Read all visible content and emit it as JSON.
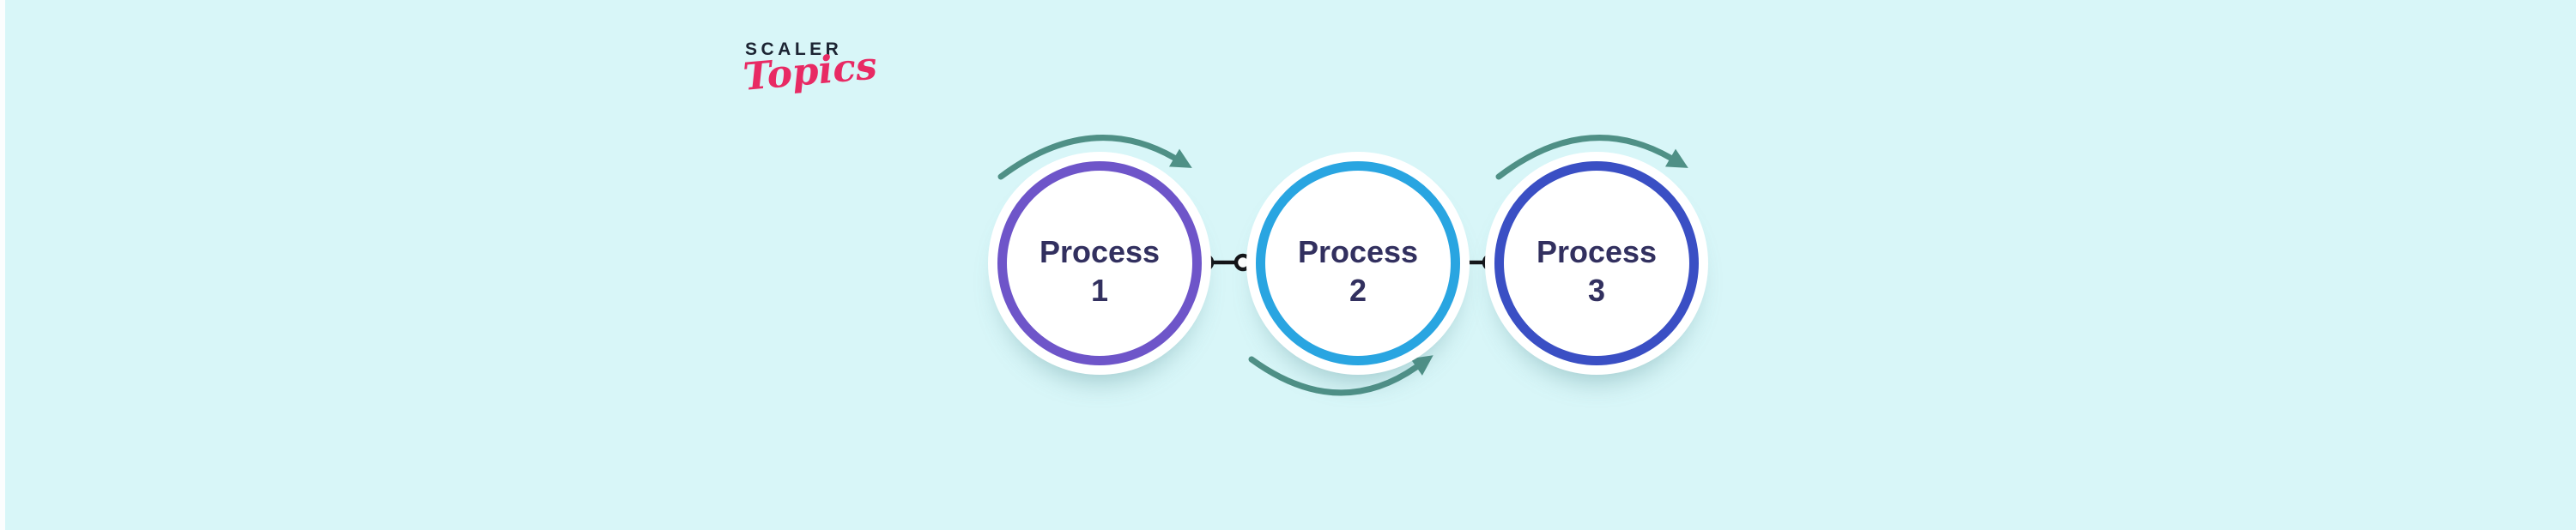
{
  "page": {
    "background": "#d8f6f8",
    "left_edge_color": "#fbfdfe"
  },
  "logo": {
    "brand": "SCALER",
    "subtitle": "Topics",
    "brand_color": "#1c2433",
    "subtitle_color": "#e82a64"
  },
  "diagram": {
    "type": "process-flow",
    "nodes": [
      {
        "label": "Process",
        "number": "1",
        "ring_color": "#6e55c9"
      },
      {
        "label": "Process",
        "number": "2",
        "ring_color": "#29a5e1"
      },
      {
        "label": "Process",
        "number": "3",
        "ring_color": "#3a4fc4"
      }
    ],
    "label_color": "#32305f",
    "arrow_color": "#4f9086",
    "connector_color": "#141418"
  }
}
